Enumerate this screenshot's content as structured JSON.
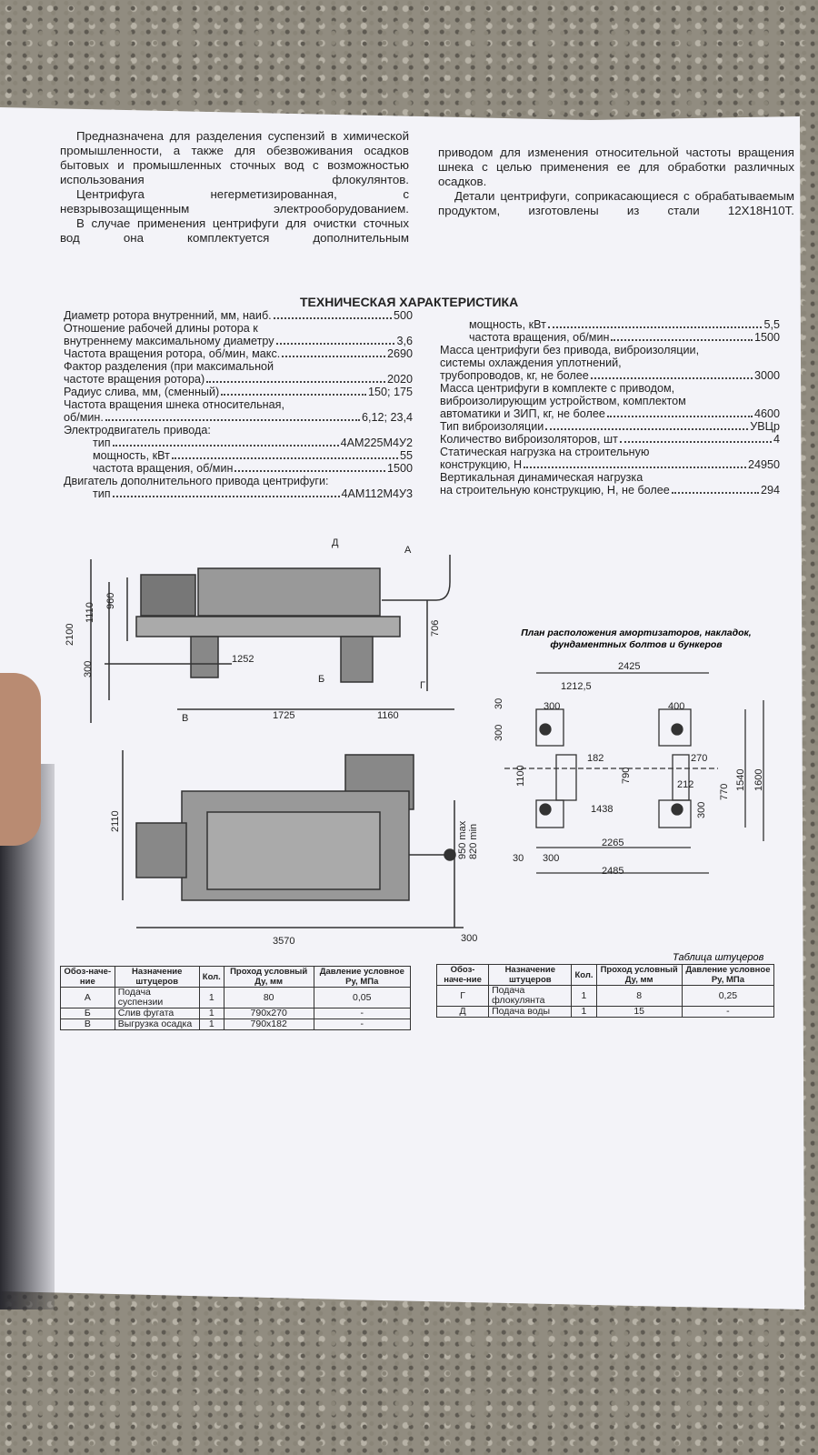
{
  "intro_left": [
    "Предназначена для разделения суспензий в химической промышленности, а также для обезвоживания осадков бытовых и промышленных сточных вод с возможностью использования флокулянтов.",
    "Центрифуга негерметизированная, с невзрывозащищенным электрооборудованием.",
    "В случае применения центрифуги для очистки сточных вод она комплектуется дополнительным"
  ],
  "intro_right": [
    "приводом для изменения относительной частоты вращения шнека с целью применения ее для обработки различных осадков.",
    "Детали центрифуги, соприкасающиеся с обрабатываемым продуктом, изготовлены из стали 12Х18Н10Т."
  ],
  "title": "ТЕХНИЧЕСКАЯ ХАРАКТЕРИСТИКА",
  "specs_left": [
    {
      "label": "Диаметр ротора внутренний, мм, наиб.",
      "value": "500"
    },
    {
      "pre": "Отношение рабочей длины ротора к",
      "label": "внутреннему максимальному диаметру",
      "value": "3,6"
    },
    {
      "label": "Частота вращения ротора, об/мин, макс.",
      "value": "2690"
    },
    {
      "pre": "Фактор разделения (при максимальной",
      "label": "частоте вращения ротора)",
      "value": "2020"
    },
    {
      "label": "Радиус слива, мм, (сменный)",
      "value": "150; 175"
    },
    {
      "pre": "Частота вращения шнека относительная,",
      "label": "об/мин.",
      "value": "6,12; 23,4"
    },
    {
      "heading": "Электродвигатель привода:"
    },
    {
      "sub": true,
      "label": "тип",
      "value": "4АМ225М4У2"
    },
    {
      "sub": true,
      "label": "мощность, кВт",
      "value": "55"
    },
    {
      "sub": true,
      "label": "частота вращения, об/мин",
      "value": "1500"
    },
    {
      "heading": "Двигатель дополнительного привода центрифуги:"
    },
    {
      "sub": true,
      "label": "тип",
      "value": "4АМ112М4У3"
    }
  ],
  "specs_right": [
    {
      "sub": true,
      "label": "мощность, кВт",
      "value": "5,5"
    },
    {
      "sub": true,
      "label": "частота вращения, об/мин",
      "value": "1500"
    },
    {
      "pre": "Масса центрифуги  без привода, виброизоляции,",
      "pre2": "системы охлаждения уплотнений,",
      "label": "трубопроводов, кг, не более",
      "value": "3000"
    },
    {
      "pre": "Масса центрифуги  в комплекте с приводом,",
      "pre2": "виброизолирующим устройством, комплектом",
      "label": "автоматики и ЗИП, кг, не более",
      "value": "4600"
    },
    {
      "label": "Тип виброизоляции",
      "value": "УВЦр"
    },
    {
      "label": "Количество виброизоляторов, шт",
      "value": "4"
    },
    {
      "pre": "Статическая нагрузка на строительную",
      "label": "конструкцию, Н",
      "value": "24950"
    },
    {
      "pre": "Вертикальная динамическая нагрузка",
      "label": "на строительную конструкцию, Н, не более",
      "value": "294"
    }
  ],
  "side_view": {
    "labels": [
      "Д",
      "А",
      "Б",
      "Г",
      "В"
    ],
    "dims": [
      "2100",
      "1110",
      "960",
      "300",
      "1252",
      "706",
      "1725",
      "1160"
    ]
  },
  "top_view": {
    "dims": [
      "2110",
      "950 max",
      "820 min",
      "3570",
      "300"
    ]
  },
  "plan": {
    "caption": "План расположения амортизаторов, накладок, фундаментных болтов и бункеров",
    "dims": [
      "2425",
      "1212,5",
      "300",
      "400",
      "30",
      "300",
      "182",
      "270",
      "1100",
      "790",
      "212",
      "1540",
      "1600",
      "770",
      "1438",
      "300",
      "2265",
      "30",
      "300",
      "2485"
    ]
  },
  "table_caption": "Таблица штуцеров",
  "table_headers": [
    "Обоз-наче-ние",
    "Назначение штуцеров",
    "Кол.",
    "Проход условный Ду, мм",
    "Давление условное Ру, МПа"
  ],
  "table_left": [
    [
      "А",
      "Подача суспензии",
      "1",
      "80",
      "0,05"
    ],
    [
      "Б",
      "Слив фугата",
      "1",
      "790x270",
      "-"
    ],
    [
      "В",
      "Выгрузка осадка",
      "1",
      "790x182",
      "-"
    ]
  ],
  "table_right": [
    [
      "Г",
      "Подача флокулянта",
      "1",
      "8",
      "0,25"
    ],
    [
      "Д",
      "Подача воды",
      "1",
      "15",
      "-"
    ]
  ]
}
